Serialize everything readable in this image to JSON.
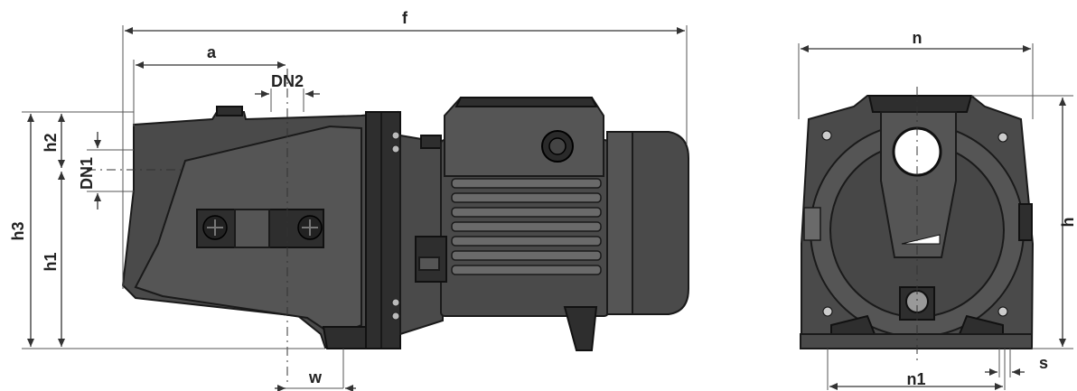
{
  "side_view": {
    "dimensions": {
      "f": "f",
      "a": "a",
      "dn2": "DN2",
      "h2": "h2",
      "dn1": "DN1",
      "h3": "h3",
      "h1": "h1",
      "w": "w"
    }
  },
  "end_view": {
    "dimensions": {
      "n": "n",
      "h": "h",
      "n1": "n1",
      "s": "s"
    }
  },
  "colors": {
    "pump_body": "#4a4a4a",
    "outline": "#1a1a1a",
    "background": "#ffffff"
  }
}
